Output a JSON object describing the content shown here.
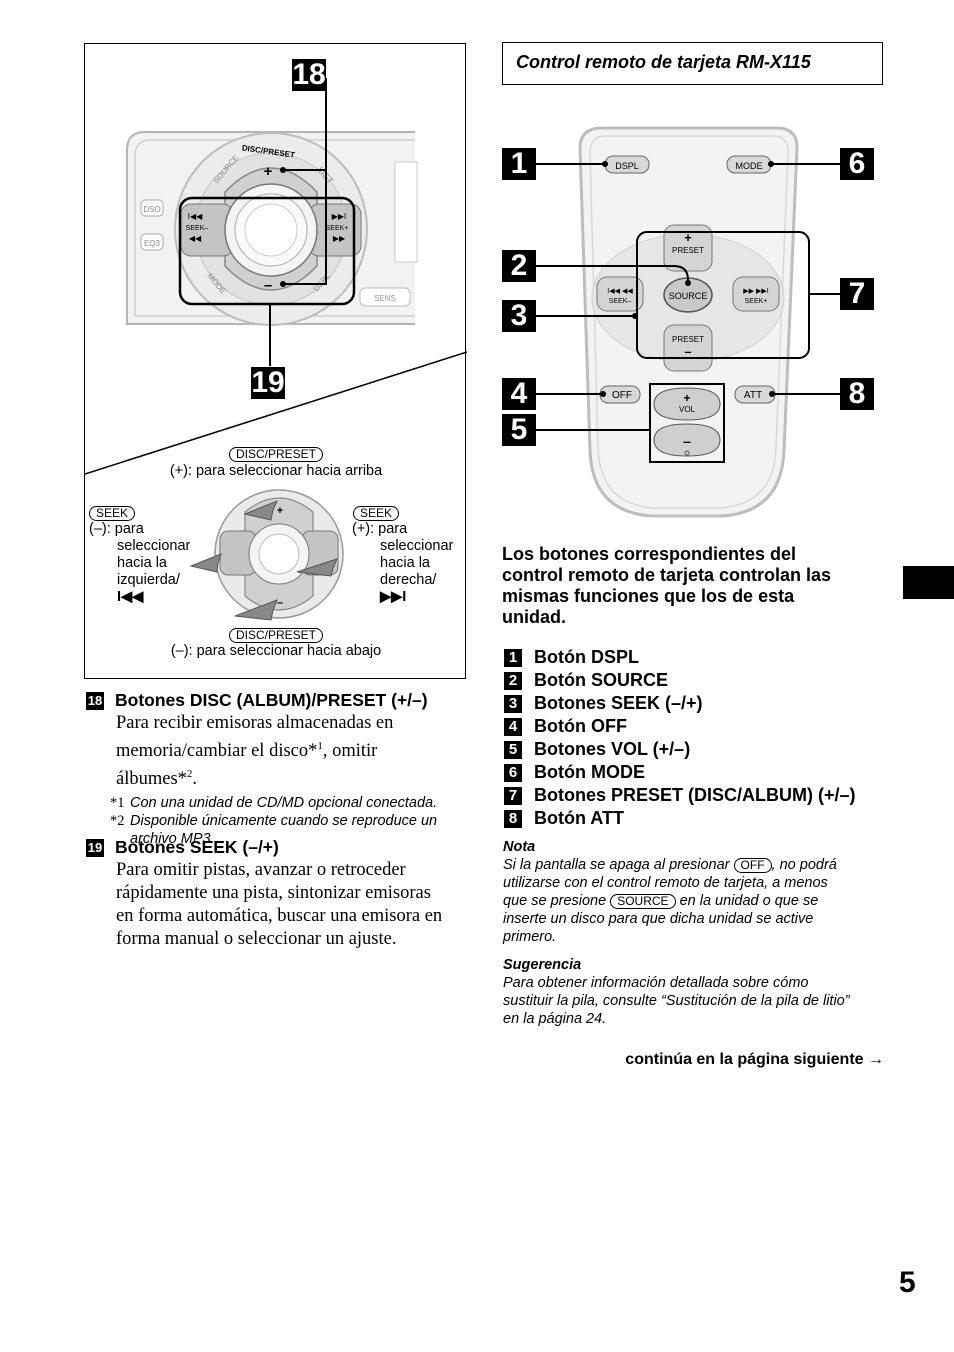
{
  "figure_left": {
    "markers": [
      "18",
      "19"
    ],
    "device_labels": {
      "disc_preset": "DISC/PRESET",
      "source": "SOURCE",
      "list": "LIST",
      "dso": "DSO",
      "eq3": "EQ3",
      "seek_minus": "SEEK–",
      "seek_plus": "SEEK+",
      "mode": "MODE",
      "dspl": "DSPL",
      "sens": "SENS",
      "plus": "+",
      "minus": "–"
    },
    "callouts": {
      "top_pill": "DISC/PRESET",
      "top_text": "(+): para seleccionar hacia arriba",
      "left_pill": "SEEK",
      "left_lines": [
        "(–): para",
        "seleccionar",
        "hacia la",
        "izquierda/",
        "I◀◀"
      ],
      "right_pill": "SEEK",
      "right_lines": [
        "(+): para",
        "seleccionar",
        "hacia la",
        "derecha/",
        "▶▶I"
      ],
      "bottom_pill": "DISC/PRESET",
      "bottom_text": "(–): para seleccionar hacia abajo"
    }
  },
  "left_text": {
    "item18": {
      "badge": "18",
      "heading": "Botones DISC (ALBUM)/PRESET (+/–)",
      "body_line1": "Para recibir emisoras almacenadas en",
      "body_line2": "memoria/cambiar el disco*",
      "sup1": "1",
      "body_line2b": ", omitir",
      "body_line3": "álbumes*",
      "sup2": "2",
      "body_line3b": ".",
      "fn1_mark": "*1",
      "fn1": "Con una unidad de CD/MD opcional conectada.",
      "fn2_mark": "*2",
      "fn2_line1": "Disponible únicamente cuando se reproduce un",
      "fn2_line2": "archivo MP3."
    },
    "item19": {
      "badge": "19",
      "heading": "Botones SEEK (–/+)",
      "lines": [
        "Para omitir pistas, avanzar o retroceder",
        "rápidamente una pista, sintonizar emisoras",
        "en forma automática, buscar una emisora en",
        "forma manual o seleccionar un ajuste."
      ]
    }
  },
  "right": {
    "title": "Control remoto de tarjeta RM-X115",
    "remote": {
      "markers": [
        "1",
        "2",
        "3",
        "4",
        "5",
        "6",
        "7",
        "8"
      ],
      "buttons": {
        "dspl": "DSPL",
        "mode": "MODE",
        "preset_up": "PRESET",
        "source": "SOURCE",
        "seek_minus": "SEEK–",
        "seek_plus": "SEEK+",
        "preset_down": "PRESET",
        "off": "OFF",
        "att": "ATT",
        "vol": "VOL",
        "plus": "+",
        "minus": "–"
      }
    },
    "intro_lines": [
      "Los botones correspondientes del",
      "control remoto de tarjeta controlan las",
      "mismas funciones que los de esta",
      "unidad."
    ],
    "list": [
      {
        "num": "1",
        "label": "Botón DSPL"
      },
      {
        "num": "2",
        "label": "Botón SOURCE"
      },
      {
        "num": "3",
        "label": "Botones SEEK (–/+)"
      },
      {
        "num": "4",
        "label": "Botón OFF"
      },
      {
        "num": "5",
        "label": "Botones VOL (+/–)"
      },
      {
        "num": "6",
        "label": "Botón MODE"
      },
      {
        "num": "7",
        "label": "Botones PRESET (DISC/ALBUM) (+/–)"
      },
      {
        "num": "8",
        "label": "Botón ATT"
      }
    ],
    "nota": {
      "heading": "Nota",
      "l1a": "Si la pantalla se apaga al presionar ",
      "l1_pill": "OFF",
      "l1b": ", no podrá",
      "l2": "utilizarse con el control remoto de tarjeta, a menos",
      "l3a": "que se presione ",
      "l3_pill": "SOURCE",
      "l3b": " en la unidad o que se",
      "l4": "inserte un disco para que dicha unidad se active",
      "l5": "primero."
    },
    "sugerencia": {
      "heading": "Sugerencia",
      "lines": [
        "Para obtener información detallada sobre cómo",
        "sustituir la pila, consulte “Sustitución de la pila de litio”",
        "en la página 24."
      ]
    },
    "continue": "continúa en la página siguiente →"
  },
  "page_number": "5"
}
